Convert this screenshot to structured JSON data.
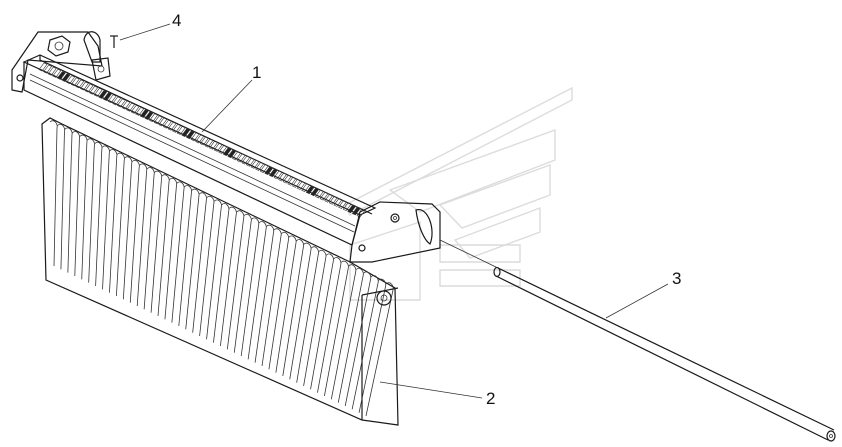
{
  "diagram": {
    "callouts": [
      {
        "id": "1",
        "label": "1"
      },
      {
        "id": "2",
        "label": "2"
      },
      {
        "id": "3",
        "label": "3"
      },
      {
        "id": "4",
        "label": "4"
      }
    ],
    "colors": {
      "line": "#1a1a1a",
      "watermark": "#dcdcdc",
      "background": "#ffffff"
    }
  }
}
